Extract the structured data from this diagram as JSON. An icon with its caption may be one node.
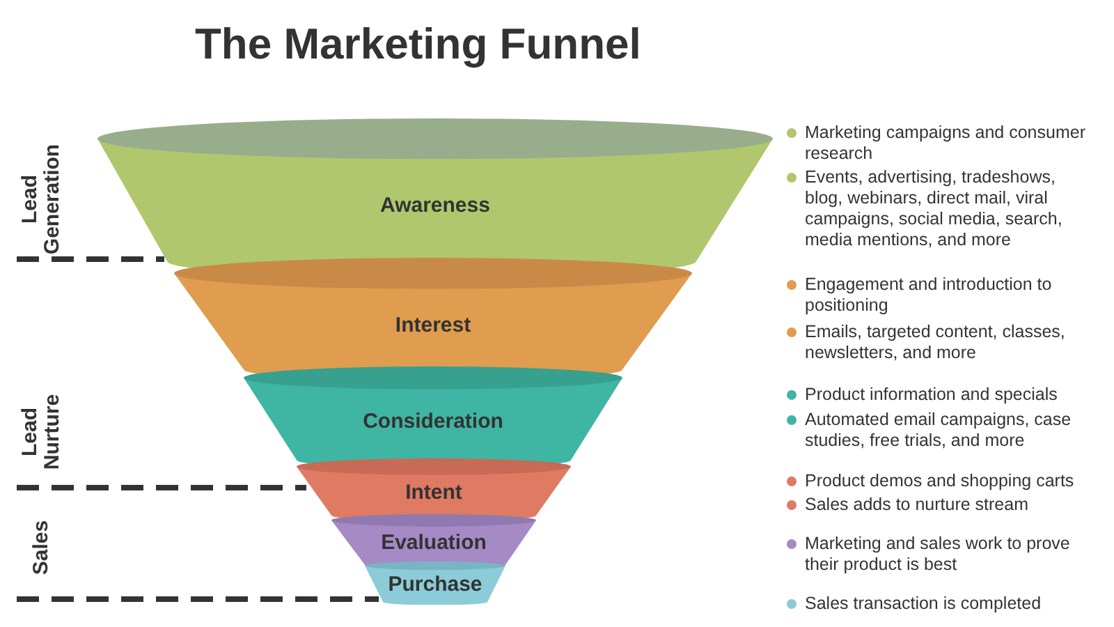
{
  "diagram": {
    "title": "The Marketing Funnel",
    "nodes": [
      {
        "text": [
          "Awareness"
        ]
      },
      {
        "text": [
          "Interest"
        ]
      },
      {
        "text": [
          "Consideration"
        ]
      },
      {
        "text": [
          "Intent"
        ]
      },
      {
        "text": [
          "Evaluation"
        ]
      },
      {
        "text": [
          "Purchase"
        ]
      }
    ],
    "labels": [
      "Lead Generation",
      "Lead Nurture",
      "Sales",
      "Marketing campaigns and consumer research",
      "Events, advertising, tradeshows, blog, webinars, direct mail, viral campaigns, social media, search, media mentions, and more",
      "Engagement and introduction to positioning",
      "Emails, targeted content, classes, newsletters, and more",
      "Product information and specials",
      "Automated email campaigns, case studies, free trials, and more",
      "Product demos and shopping carts",
      "Sales adds to nurture stream",
      "Marketing and sales work to prove their product is best",
      "Sales transaction is completed"
    ]
  }
}
